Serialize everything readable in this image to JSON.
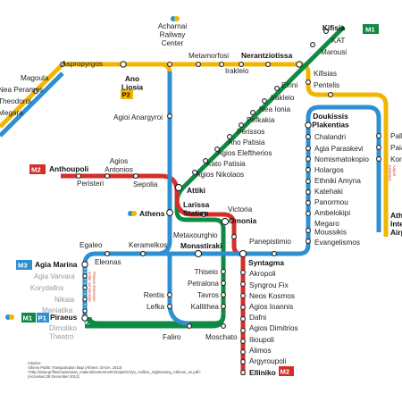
{
  "colors": {
    "line_blue": "#2e8fd1",
    "line_green": "#0f8a45",
    "line_red": "#d42e2a",
    "line_yellow": "#f2b600",
    "line_suburban": "#7fc9d6",
    "badge_green": "#0f8a45",
    "badge_red": "#d42e2a",
    "badge_blue": "#2e8fd1",
    "badge_yellow": "#f2b600"
  },
  "badges": {
    "m1_top": "M1",
    "m2_left": "M2",
    "m3_left": "M3",
    "m1_piraeus": "M1",
    "p1_piraeus": "P1",
    "p2_ano_liosia": "P2",
    "m2_elliniko": "M2"
  },
  "stations": {
    "kifisia": "Kifisia",
    "kat": "KAT",
    "marousi": "Marousi",
    "nerantziotissa": "Nerantziotissa",
    "irakleio_yellow": "Irakleio",
    "metamorfosi": "Metamorfosi",
    "acharnai": "Acharnai\nRailway\nCenter",
    "ano_liosia": "Ano\nLiosia",
    "aspropyrgos": "Aspropyrgos",
    "magoula": "Magoula",
    "nea_peramos": "Nea Peramos",
    "theodoroi": "Theodoroi",
    "megara": "Megara",
    "kifisias": "Kifisias",
    "pentelis": "Pentelis",
    "eirini": "Eirini",
    "irakleio_green": "Irakleio",
    "nea_ionia": "Nea Ionia",
    "pefkakia": "Pefkakia",
    "perissos": "Perissos",
    "ano_patisia": "Ano Patisia",
    "agios_eleftherios": "Agios Eleftherios",
    "kato_patisia": "Kato Patisia",
    "agios_nikolaos": "Agios Nikolaos",
    "attiki": "Attiki",
    "agioi_anargyroi": "Agioi Anargyroi",
    "anthoupoli": "Anthoupoli",
    "peristeri": "Peristeri",
    "agios_antonios": "Agios\nAntonios",
    "sepolia": "Sepolia",
    "larissa": "Larissa\nStation",
    "athens": "Athens",
    "victoria": "Victoria",
    "omonia": "Omonia",
    "metaxourghio": "Metaxourghio",
    "panepistimio": "Panepistimio",
    "doukissis": "Doukissis\nPlakentias",
    "chalandri": "Chalandri",
    "agia_paraskevi": "Agia Paraskevi",
    "nomismatokopio": "Nomismatokopio",
    "holargos": "Holargos",
    "ethniki_amyna": "Ethniki Amyna",
    "katehaki": "Katehaki",
    "panormou": "Panormou",
    "ambelokipi": "Ambelokipi",
    "megaro": "Megaro\nMoussikis",
    "evangelismos": "Evangelismos",
    "syntagma": "Syntagma",
    "akropoli": "Akropoli",
    "syngrou": "Syngrou Fix",
    "neos_kosmos": "Neos Kosmos",
    "agios_ioannis": "Agios Ioannis",
    "dafni": "Dafni",
    "agios_dimitrios": "Agios Dimitrios",
    "ilioupoli": "Ilioupoli",
    "alimos": "Alimos",
    "argyroupoli": "Argyroupoli",
    "elliniko": "Elliniko",
    "egaleo": "Egaleo",
    "keramelkos": "Keramelkos",
    "monastiraki": "Monastiraki",
    "eleonas": "Eleonas",
    "agia_marina": "Agia Marina",
    "agia_varvara": "Agia Varvara",
    "korydallos": "Korydallos",
    "nikaia": "Nikaia",
    "maniatika": "Maniatika",
    "piraeus": "Piraeus",
    "dimotiko": "Dimotiko\nTheatro",
    "thiseio": "Thiseio",
    "petralona": "Petralona",
    "tavros": "Tavros",
    "kallithea": "Kallithea",
    "rentis": "Rentis",
    "lefka": "Lefka",
    "faliro": "Faliro",
    "moschato": "Moschato",
    "pall": "Pall",
    "paia": "Paia",
    "kor": "Kor",
    "ath_airport": "Ath\nInte\nAirp"
  },
  "vertical_notes": {
    "piraeus_ext": "Piraeus Extension\nunder construction",
    "airport_ext": "Airport\nextension"
  },
  "citation": "Citation:\nAthens Public Transportation Map (Athens: OASA, 2013)\n<http://www.gr/files/oasa/oasa_material/metro/metro/maps/OAfys_Asilkoo_Sightseeing_Athinon_en.pdf>\n(Accessed 28 December 2013)"
}
